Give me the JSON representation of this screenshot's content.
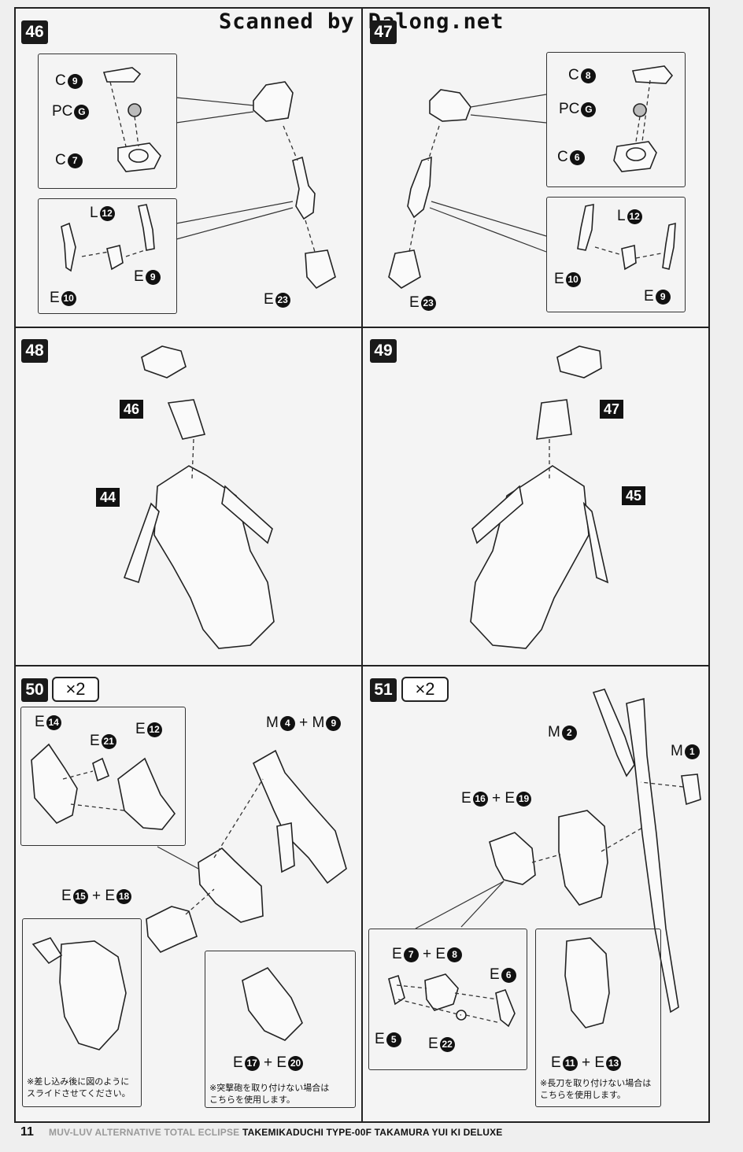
{
  "watermark": "Scanned by Dalong.net",
  "page_number": "11",
  "footer": {
    "series": "MUV-LUV ALTERNATIVE TOTAL ECLIPSE",
    "product": "TAKEMIKADUCHI TYPE-00F TAKAMURA YUI KI DELUXE"
  },
  "steps": {
    "s46": {
      "number": "46",
      "box1": [
        {
          "letter": "C",
          "num": "9"
        },
        {
          "letter": "PC",
          "num": "G"
        },
        {
          "letter": "C",
          "num": "7"
        }
      ],
      "box2": [
        {
          "letter": "L",
          "num": "12"
        },
        {
          "letter": "E",
          "num": "9"
        },
        {
          "letter": "E",
          "num": "10"
        }
      ],
      "part": {
        "letter": "E",
        "num": "23"
      }
    },
    "s47": {
      "number": "47",
      "box1": [
        {
          "letter": "C",
          "num": "8"
        },
        {
          "letter": "PC",
          "num": "G"
        },
        {
          "letter": "C",
          "num": "6"
        }
      ],
      "box2": [
        {
          "letter": "L",
          "num": "12"
        },
        {
          "letter": "E",
          "num": "10"
        },
        {
          "letter": "E",
          "num": "9"
        }
      ],
      "part": {
        "letter": "E",
        "num": "23"
      }
    },
    "s48": {
      "number": "48",
      "tag_top": "46",
      "tag_body": "44"
    },
    "s49": {
      "number": "49",
      "tag_top": "47",
      "tag_body": "45"
    },
    "s50": {
      "number": "50",
      "multiplier": "×2",
      "parts": {
        "e14": {
          "letter": "E",
          "num": "14"
        },
        "e21": {
          "letter": "E",
          "num": "21"
        },
        "e12": {
          "letter": "E",
          "num": "12"
        },
        "m4": {
          "letter": "M",
          "num": "4"
        },
        "m9": {
          "letter": "M",
          "num": "9"
        },
        "e15": {
          "letter": "E",
          "num": "15"
        },
        "e18": {
          "letter": "E",
          "num": "18"
        },
        "e17": {
          "letter": "E",
          "num": "17"
        },
        "e20": {
          "letter": "E",
          "num": "20"
        }
      },
      "plus": "+",
      "note_left_1": "※差し込み後に図のように",
      "note_left_2": "スライドさせてください。",
      "note_right_1": "※突撃砲を取り付けない場合は",
      "note_right_2": "こちらを使用します。"
    },
    "s51": {
      "number": "51",
      "multiplier": "×2",
      "parts": {
        "m2": {
          "letter": "M",
          "num": "2"
        },
        "m1": {
          "letter": "M",
          "num": "1"
        },
        "e16": {
          "letter": "E",
          "num": "16"
        },
        "e19": {
          "letter": "E",
          "num": "19"
        },
        "e7": {
          "letter": "E",
          "num": "7"
        },
        "e8": {
          "letter": "E",
          "num": "8"
        },
        "e6": {
          "letter": "E",
          "num": "6"
        },
        "e5": {
          "letter": "E",
          "num": "5"
        },
        "e22": {
          "letter": "E",
          "num": "22"
        },
        "e11": {
          "letter": "E",
          "num": "11"
        },
        "e13": {
          "letter": "E",
          "num": "13"
        }
      },
      "plus": "+",
      "note_right_1": "※長刀を取り付けない場合は",
      "note_right_2": "こちらを使用します。"
    }
  }
}
